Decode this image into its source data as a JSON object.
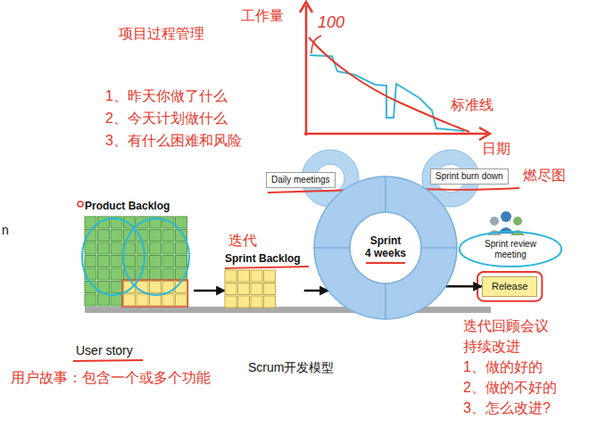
{
  "diagram": {
    "caption": "Scrum开发模型",
    "nodes": [
      {
        "text": [
          "Product Backlog"
        ]
      },
      {
        "text": [
          "Sprint Backlog"
        ]
      },
      {
        "text": [
          "Sprint",
          "4 weeks"
        ]
      },
      {
        "text": [
          "Daily meetings"
        ]
      },
      {
        "text": [
          "Sprint burn down"
        ]
      },
      {
        "text": [
          "Sprint review meeting"
        ]
      },
      {
        "text": [
          "Release"
        ]
      }
    ],
    "edges": [
      {
        "from": 0,
        "to": 1,
        "arrow": "to"
      },
      {
        "from": 1,
        "to": 2,
        "arrow": "to"
      },
      {
        "from": 2,
        "to": 6,
        "arrow": "to"
      }
    ],
    "labels": [
      "项目过程管理",
      "工作量",
      "100",
      "1、昨天你做了什么",
      "2、今天计划做什么",
      "3、有什么困难和风险",
      "标准线",
      "日期",
      "燃尽图",
      "n",
      "迭代",
      "User story",
      "用户故事：包含一个或多个功能",
      "迭代回顾会议",
      "持续改进",
      "1、做的好的",
      "2、做的不好的",
      "3、怎么改进?"
    ]
  }
}
